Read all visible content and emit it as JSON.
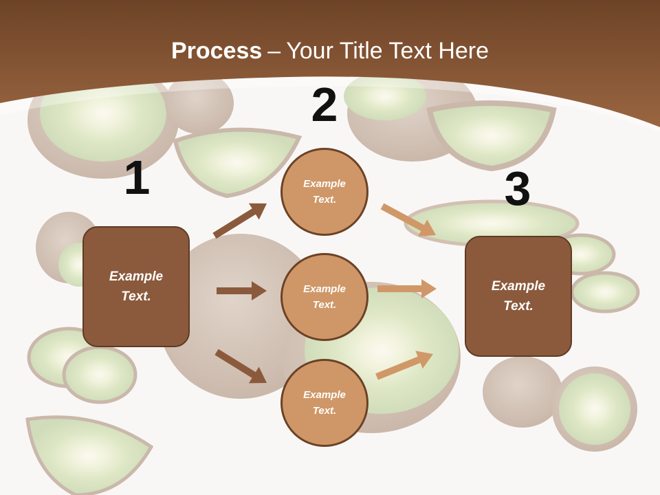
{
  "slide": {
    "title": {
      "bold": "Process",
      "separator": "–",
      "rest": "Your Title Text Here"
    },
    "steps": [
      {
        "number": "1",
        "text": "Example Text."
      },
      {
        "number": "2",
        "items": [
          "Example Text.",
          "Example Text.",
          "Example Text."
        ]
      },
      {
        "number": "3",
        "text": "Example Text."
      }
    ],
    "colors": {
      "header": "#8a5533",
      "box": "#8b5a3c",
      "circle": "#cf9767",
      "arrow_left": "#8b5a3c",
      "arrow_right": "#d09868"
    },
    "background": "kiwi-fruit-photo"
  }
}
